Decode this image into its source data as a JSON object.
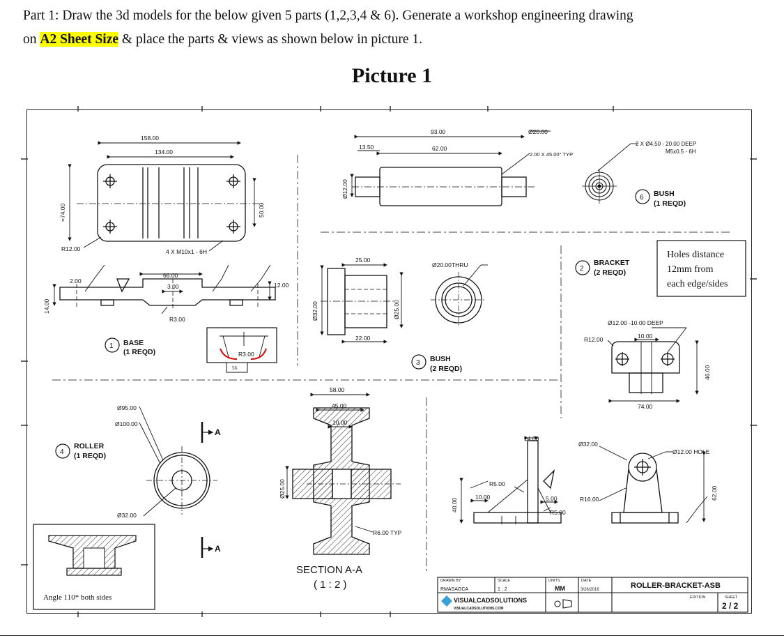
{
  "intro": {
    "line1": "Part 1: Draw the 3d models for the below given 5 parts (1,2,3,4 & 6). Generate a workshop engineering drawing",
    "line2_pre": "on ",
    "line2_highlight": "A2 Sheet Size",
    "line2_post": " & place the parts & views as shown below in picture 1."
  },
  "picture_title": "Picture 1",
  "base": {
    "dim_overall_width": "158.00",
    "dim_hole_spacing": "134.00",
    "dim_height": "=74.00",
    "dim_hole_vertical": "50.00",
    "dim_corner_radius": "R12.00",
    "note_tapped": "4 X M10x1 - 6H",
    "dim_slot_width": "66.00",
    "dim_slot_depth": "3.00",
    "dim_edge": "2.00",
    "dim_thickness": "14.00",
    "dim_step": "12.00",
    "dim_radius": "R3.00",
    "balloon": "1",
    "name": "BASE",
    "qty": "(1 REQD)"
  },
  "detail": {
    "radius": "R3.00",
    "value": "56"
  },
  "shaft": {
    "dim_length": "93.00",
    "dim_body": "62.00",
    "dim_stub": "13.50",
    "dim_diameter": "Ø12.00",
    "dim_od": "Ø20.00",
    "note_chamfer": "2.00 X 45.00° TYP",
    "note_holes_line1": "2 X Ø4.50 - 20.00 DEEP",
    "note_holes_line2": "M5x0.5 - 6H",
    "balloon": "6",
    "name": "BUSH",
    "qty": "(1 REQD)"
  },
  "bush": {
    "dim_flange": "25.00",
    "dim_body": "22.00",
    "dim_od": "Ø32.00",
    "dim_id": "Ø25.00",
    "note_thru": "Ø20.00THRU",
    "balloon": "3",
    "name": "BUSH",
    "qty": "(2 REQD)"
  },
  "bracket": {
    "balloon": "2",
    "name": "BRACKET",
    "qty": "(2 REQD)",
    "note_holes": "Ø12.00 -10.00 DEEP",
    "dim_hole_gap": "10.00",
    "dim_radius": "R12.00",
    "dim_width": "74.00",
    "dim_height": "46.00",
    "dim_boss": "Ø32.00",
    "note_hole": "Ø12.00 HOLE",
    "dim_radius2": "R16.00",
    "dim_total_height": "62.00",
    "dim_top": "14.00",
    "dim_r1": "R5.00",
    "dim_base": "10.00",
    "dim_r2": "5.00",
    "dim_r3": "R5.00",
    "dim_left_height": "40.00"
  },
  "callout_box": {
    "line1": "Holes distance",
    "line2": "12mm from",
    "line3": "each edge/sides"
  },
  "roller": {
    "dim_d95": "Ø95.00",
    "dim_d100": "Ø100.00",
    "dim_d32": "Ø32.00",
    "section_mark": "A",
    "balloon": "4",
    "name": "ROLLER",
    "qty": "(1 REQD)",
    "dim_58": "58.00",
    "dim_45": "45.00",
    "dim_10": "10.00",
    "dim_25": "Ø25.00",
    "dim_r6": "R6.00 TYP",
    "section_title": "SECTION A-A",
    "section_scale": "( 1 : 2 )",
    "angle_note": "Angle 110* both sides"
  },
  "title_block": {
    "drawn_by_label": "DRAWN BY",
    "drawn_by": "RMASAGCA",
    "scale_label": "SCALE",
    "scale": "1 : 2",
    "units_label": "UNITS",
    "units": "MM",
    "date_label": "DATE",
    "date": "3/26/2016",
    "title": "ROLLER-BRACKET-ASB",
    "company": "VISUALCADSOLUTIONS",
    "website": "VISUALCADSOLUTIONS.COM",
    "edition_label": "EDITION",
    "sheet_label": "SHEET",
    "sheet": "2 / 2"
  }
}
